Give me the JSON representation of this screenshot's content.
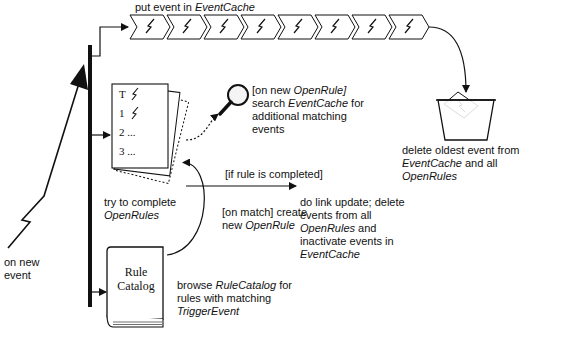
{
  "diagram": {
    "nodes": [
      {
        "text": [
          "T",
          "1",
          "2 ...",
          "3 ...",
          "try to complete OpenRules"
        ]
      },
      {
        "text": [
          "Rule Catalog",
          "browse RuleCatalog for rules with matching TriggerEvent"
        ]
      }
    ],
    "edges": [
      {
        "from": 1,
        "to": 0,
        "label": "[on match] create new OpenRule",
        "arrow": "to"
      }
    ],
    "labels": [
      "on new event",
      "put event in EventCache",
      "[on new OpenRule] search EventCache for additional matching events",
      "delete oldest event from EventCache and all OpenRules",
      "[if rule is completed]",
      "do link update; delete events from all OpenRules and inactivate events in EventCache"
    ]
  }
}
